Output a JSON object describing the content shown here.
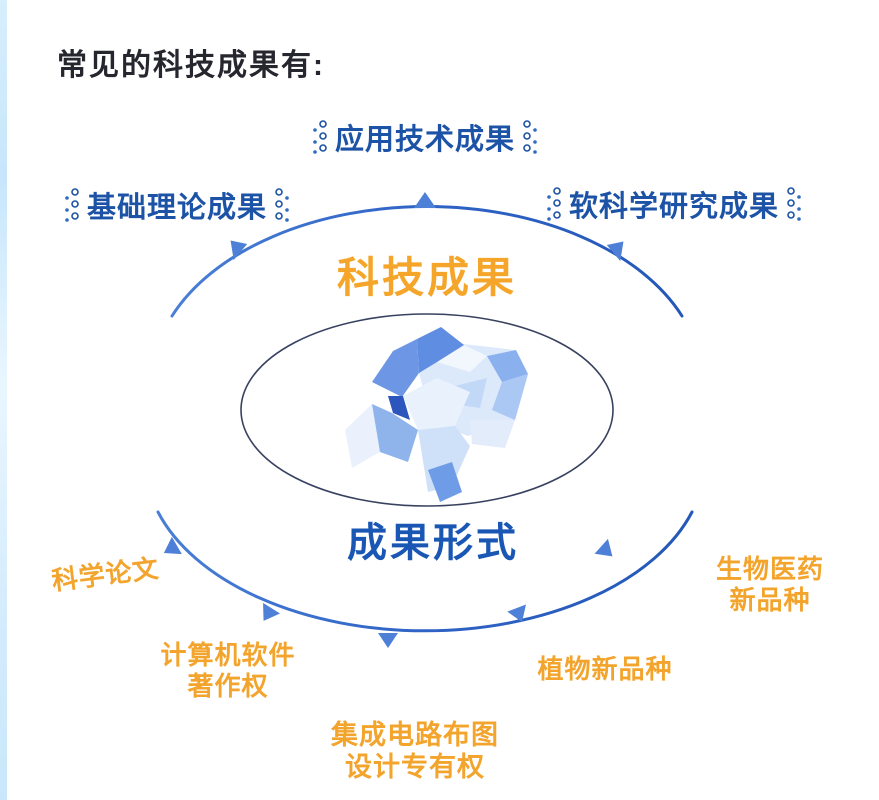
{
  "page_title": "常见的科技成果有:",
  "diagram": {
    "hub": {
      "top_label": "科技成果",
      "bottom_label": "成果形式",
      "center_icon": "faceted-crystal"
    },
    "achievement_types": [
      {
        "label": "基础理论成果",
        "position": "left"
      },
      {
        "label": "应用技术成果",
        "position": "top"
      },
      {
        "label": "软科学研究成果",
        "position": "right"
      }
    ],
    "result_forms": [
      {
        "position": "left",
        "lines": [
          "科学论文"
        ]
      },
      {
        "position": "bottom-left",
        "lines": [
          "计算机软件",
          "著作权"
        ]
      },
      {
        "position": "bottom-center",
        "lines": [
          "集成电路布图",
          "设计专有权"
        ]
      },
      {
        "position": "bottom-right",
        "lines": [
          "植物新品种"
        ]
      },
      {
        "position": "right",
        "lines": [
          "生物医药",
          "新品种"
        ]
      }
    ],
    "colors": {
      "blue_text": "#1d53a6",
      "orange_text": "#f3a42c",
      "hub_top_orange": "#f5a62a",
      "hub_bottom_blue": "#1a57b5",
      "arc_blue": "#2e63c5",
      "flag_blue": "#4d80d6",
      "ellipse_stroke": "#38415f",
      "left_strip_blue": "#cfe9fb",
      "title_dark": "#26262e"
    }
  }
}
